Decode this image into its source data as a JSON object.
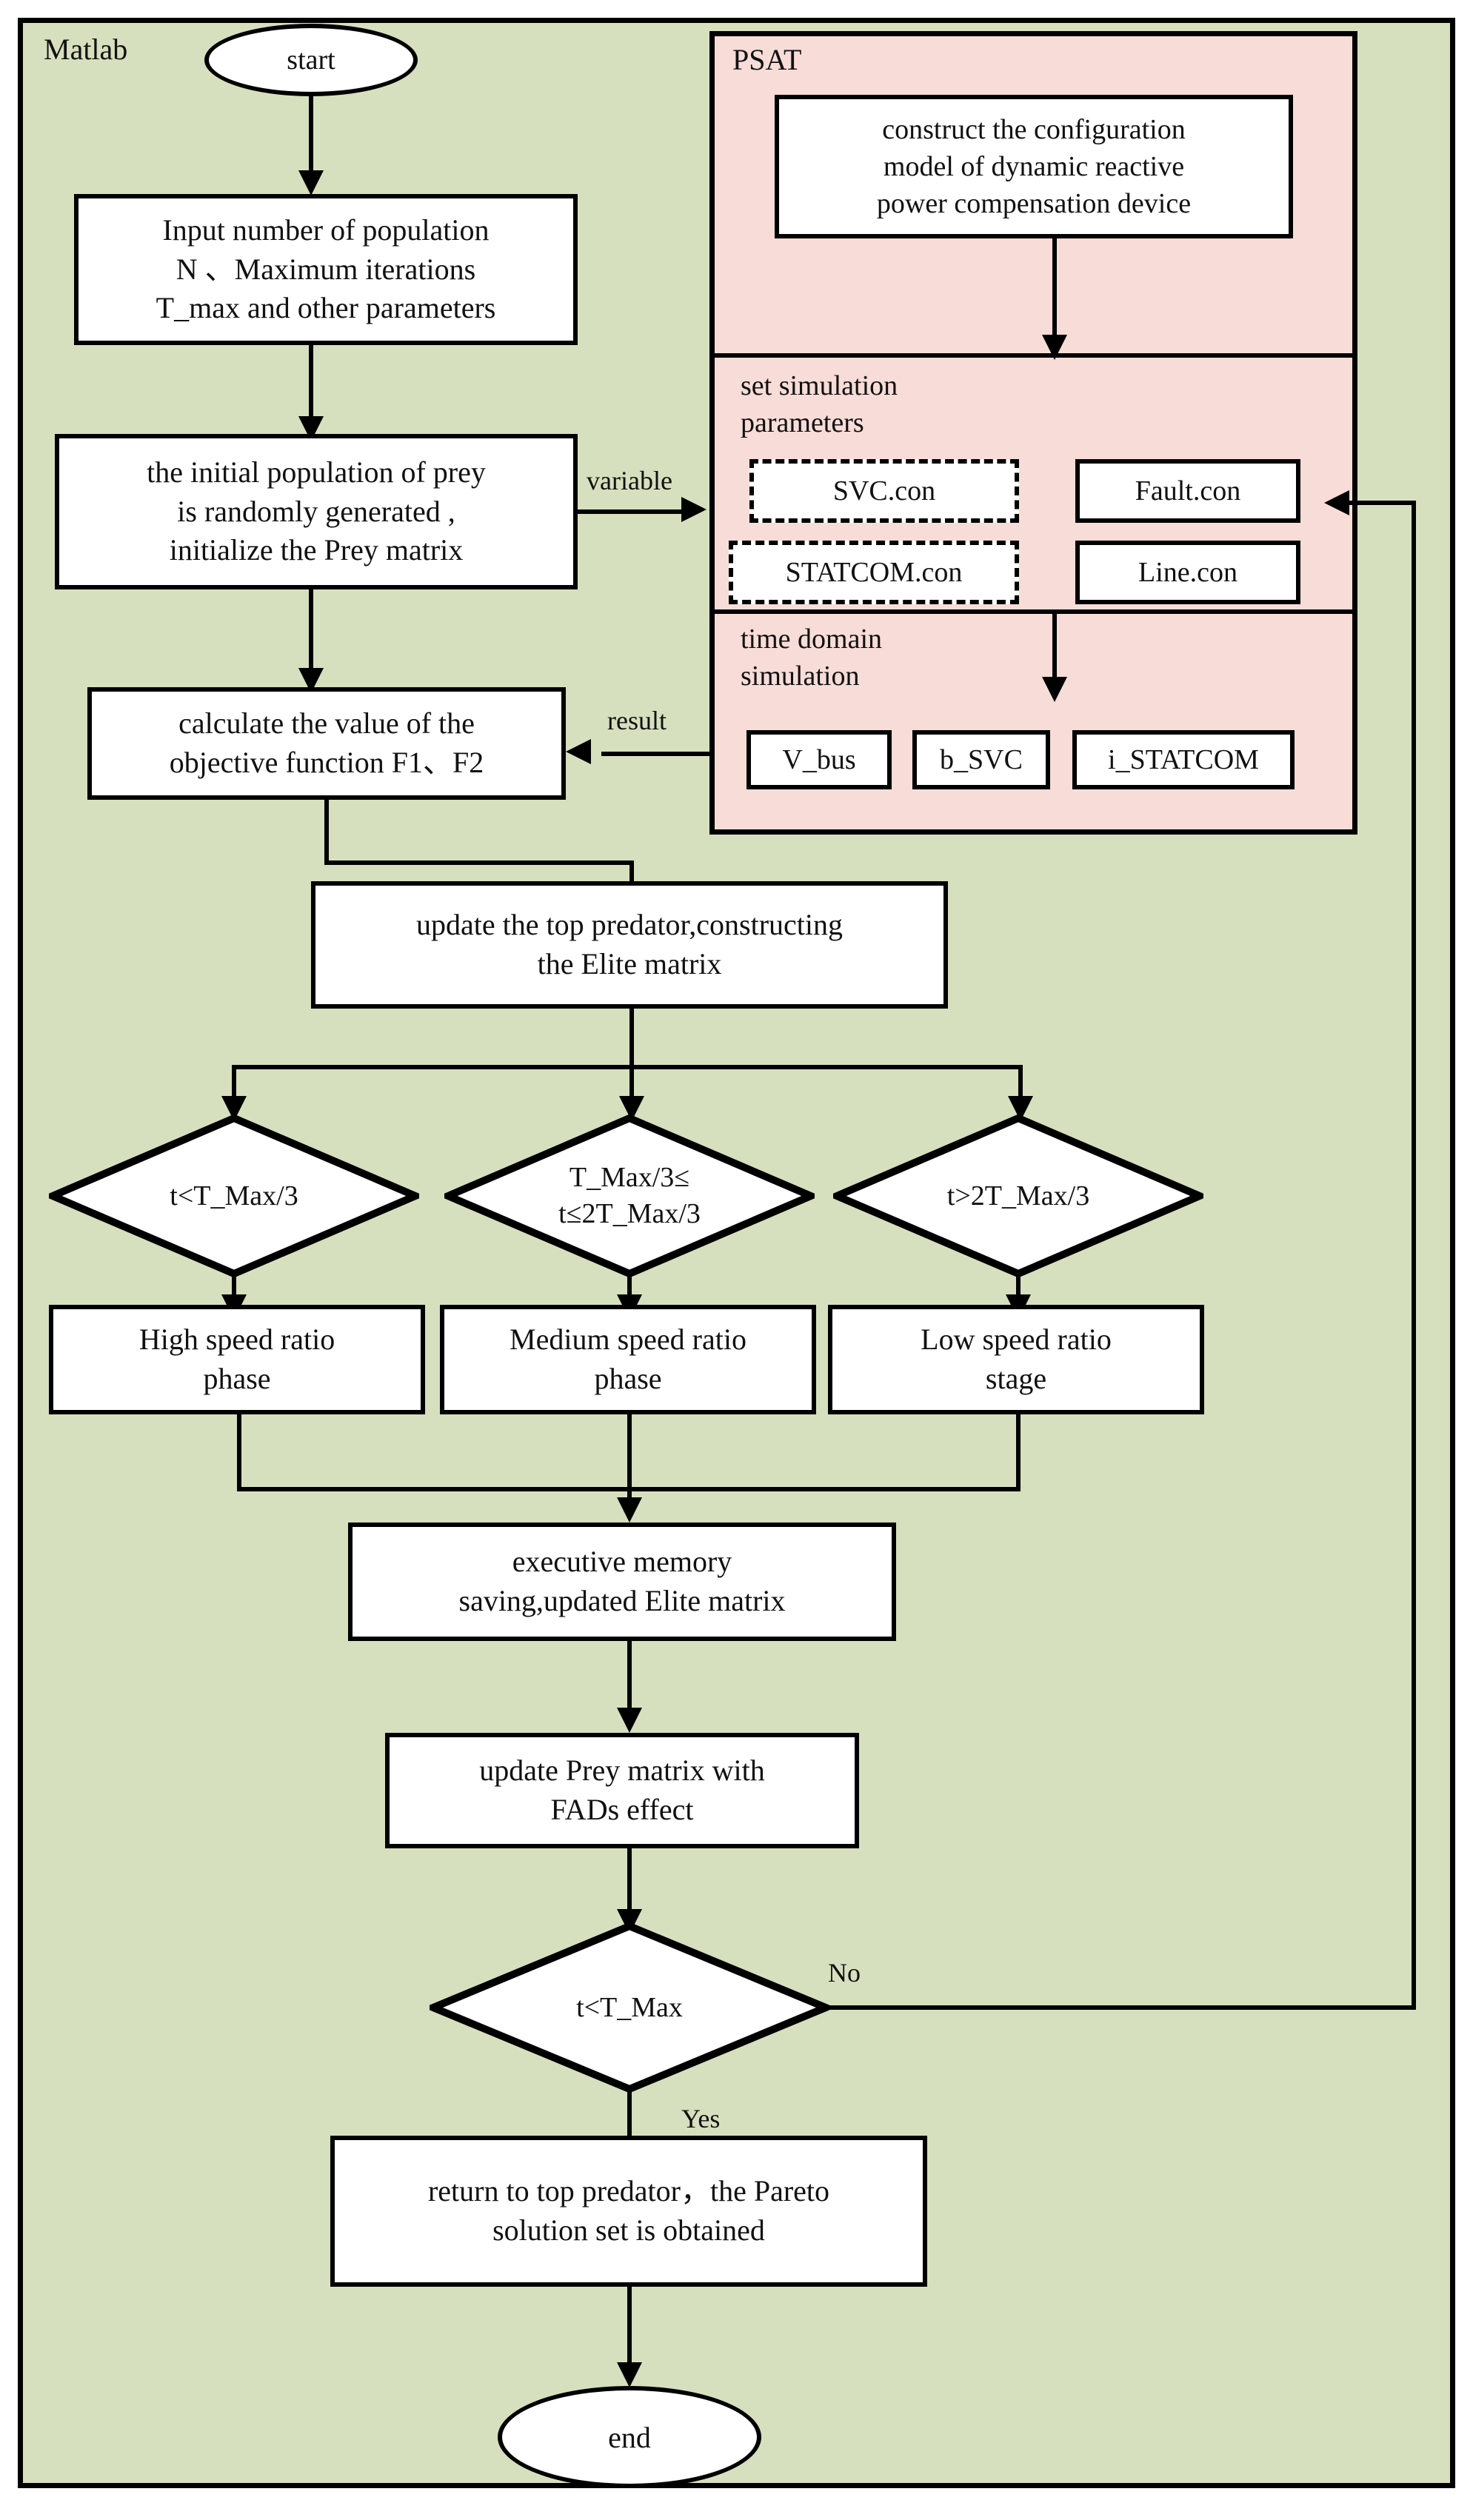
{
  "diagram": {
    "title_visible": false,
    "colors": {
      "outer_panel_bg": "#d6e0be",
      "inner_panel_bg": "#f8dcd8",
      "node_fill": "#ffffff",
      "stroke": "#000000"
    }
  },
  "panels": {
    "matlab": {
      "label": "Matlab"
    },
    "psat": {
      "label": "PSAT"
    }
  },
  "nodes": {
    "start": {
      "label": "start",
      "shape": "ellipse"
    },
    "input_params": {
      "line1": "Input number of population",
      "line2": "N 、Maximum iterations",
      "line3": "T_max and other parameters"
    },
    "init_prey": {
      "line1": "the initial population of prey",
      "line2": "is randomly generated ,",
      "line3": "initialize the Prey matrix"
    },
    "calc_objective": {
      "line1": "calculate the value of the",
      "line2": "objective function F1、F2"
    },
    "update_top_predator": {
      "line1": "update the top predator,constructing",
      "line2": "the Elite matrix"
    },
    "decision_low": {
      "label": "t<T_Max/3",
      "shape": "diamond"
    },
    "decision_mid": {
      "line1": "T_Max/3≤",
      "line2": "t≤2T_Max/3",
      "shape": "diamond"
    },
    "decision_high": {
      "label": "t>2T_Max/3",
      "shape": "diamond"
    },
    "phase_high": {
      "line1": "High speed ratio",
      "line2": "phase"
    },
    "phase_medium": {
      "line1": "Medium speed ratio",
      "line2": "phase"
    },
    "phase_low": {
      "line1": "Low speed ratio",
      "line2": "stage"
    },
    "exec_memory": {
      "line1": "executive memory",
      "line2": "saving,updated Elite matrix"
    },
    "update_prey_fads": {
      "line1": "update Prey matrix with",
      "line2": "FADs effect"
    },
    "decision_tmax": {
      "label": "t<T_Max",
      "shape": "diamond"
    },
    "return_pareto": {
      "line1": "return to top predator，the Pareto",
      "line2": "solution set is obtained"
    },
    "end": {
      "label": "end",
      "shape": "ellipse"
    }
  },
  "psat_nodes": {
    "construct_model": {
      "line1": "construct the configuration",
      "line2": "model of dynamic reactive",
      "line3": "power compensation device"
    },
    "set_sim_params_label": {
      "line1": "set simulation",
      "line2": "parameters"
    },
    "svc_con": {
      "label": "SVC.con",
      "border": "dashed"
    },
    "fault_con": {
      "label": "Fault.con",
      "border": "solid"
    },
    "statcom_con": {
      "label": "STATCOM.con",
      "border": "dashed"
    },
    "line_con": {
      "label": "Line.con",
      "border": "solid"
    },
    "time_domain_label": {
      "line1": "time domain",
      "line2": "simulation"
    },
    "v_bus": {
      "label": "V_bus"
    },
    "b_svc": {
      "label": "b_SVC"
    },
    "i_statcom": {
      "label": "i_STATCOM"
    }
  },
  "edge_labels": {
    "variable": "variable",
    "result": "result",
    "no": "No",
    "yes": "Yes"
  }
}
